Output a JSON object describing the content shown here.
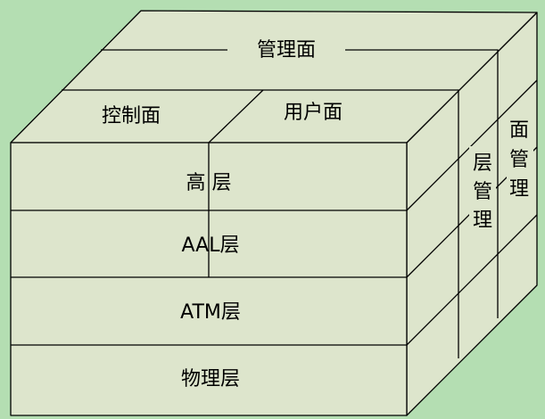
{
  "diagram": {
    "top_plane_management": "管理面",
    "top_plane_control": "控制面",
    "top_plane_user": "用户面",
    "front_layers": [
      "高 层",
      "AAL层",
      "ATM层",
      "物理层"
    ],
    "side_layer_management": [
      "层",
      "管",
      "理"
    ],
    "side_plane_management": [
      "面",
      "管",
      "理"
    ]
  },
  "colors": {
    "background": "#b4deb2",
    "face": "#dde5cc",
    "line": "#000000"
  }
}
